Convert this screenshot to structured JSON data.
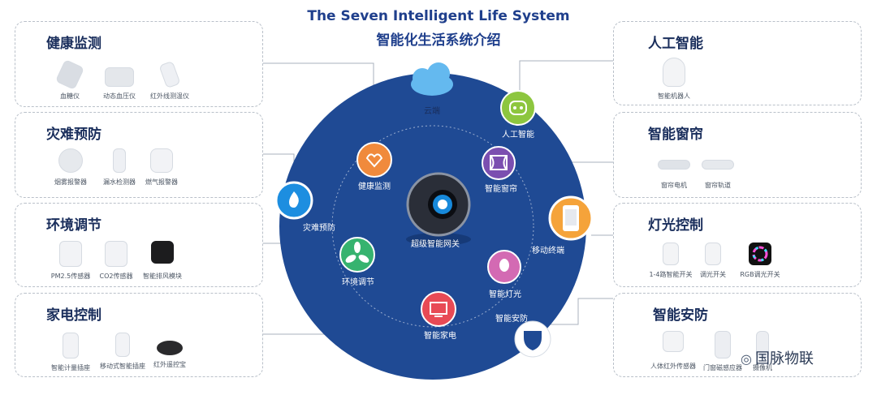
{
  "title_en": "The Seven Intelligent Life System",
  "title_zh": "智能化生活系统介绍",
  "panels": {
    "health": {
      "title": "健康监测",
      "items": [
        "血糖仪",
        "动态血压仪",
        "红外线测温仪"
      ]
    },
    "disaster": {
      "title": "灾难预防",
      "items": [
        "烟雾报警器",
        "漏水检测器",
        "燃气报警器"
      ]
    },
    "environment": {
      "title": "环境调节",
      "items": [
        "PM2.5传感器",
        "CO2传感器",
        "智能排风模块"
      ]
    },
    "appliance": {
      "title": "家电控制",
      "items": [
        "智能计量插座",
        "移动式智能插座",
        "红外遥控宝"
      ]
    },
    "ai": {
      "title": "人工智能",
      "items": [
        "智能机器人"
      ]
    },
    "curtain": {
      "title": "智能窗帘",
      "items": [
        "窗帘电机",
        "窗帘轨道"
      ]
    },
    "lighting": {
      "title": "灯光控制",
      "items": [
        "1-4路智能开关",
        "调光开关",
        "RGB调光开关"
      ]
    },
    "security": {
      "title": "智能安防",
      "items": [
        "人体红外传感器",
        "门窗磁感应器",
        "摄像机"
      ]
    }
  },
  "nodes": {
    "cloud": "云端",
    "ai": "人工智能",
    "health": "健康监测",
    "curtain": "智能窗帘",
    "disaster": "灾难预防",
    "gateway": "超级智能网关",
    "mobile": "移动终端",
    "environment": "环境调节",
    "light": "智能灯光",
    "appliance": "智能家电",
    "security": "智能安防"
  },
  "watermark": "国脉物联",
  "colors": {
    "circle": "#1f4a94",
    "title": "#1f3f8c",
    "health_node": "#f08a3c",
    "curtain_node": "#7b4fb0",
    "disaster_node": "#1d8ee0",
    "environment_node": "#36b36f",
    "light_node": "#d36ab3",
    "appliance_node": "#e84a55",
    "ai_node": "#8dc63f",
    "mobile_node": "#f5a33a"
  }
}
